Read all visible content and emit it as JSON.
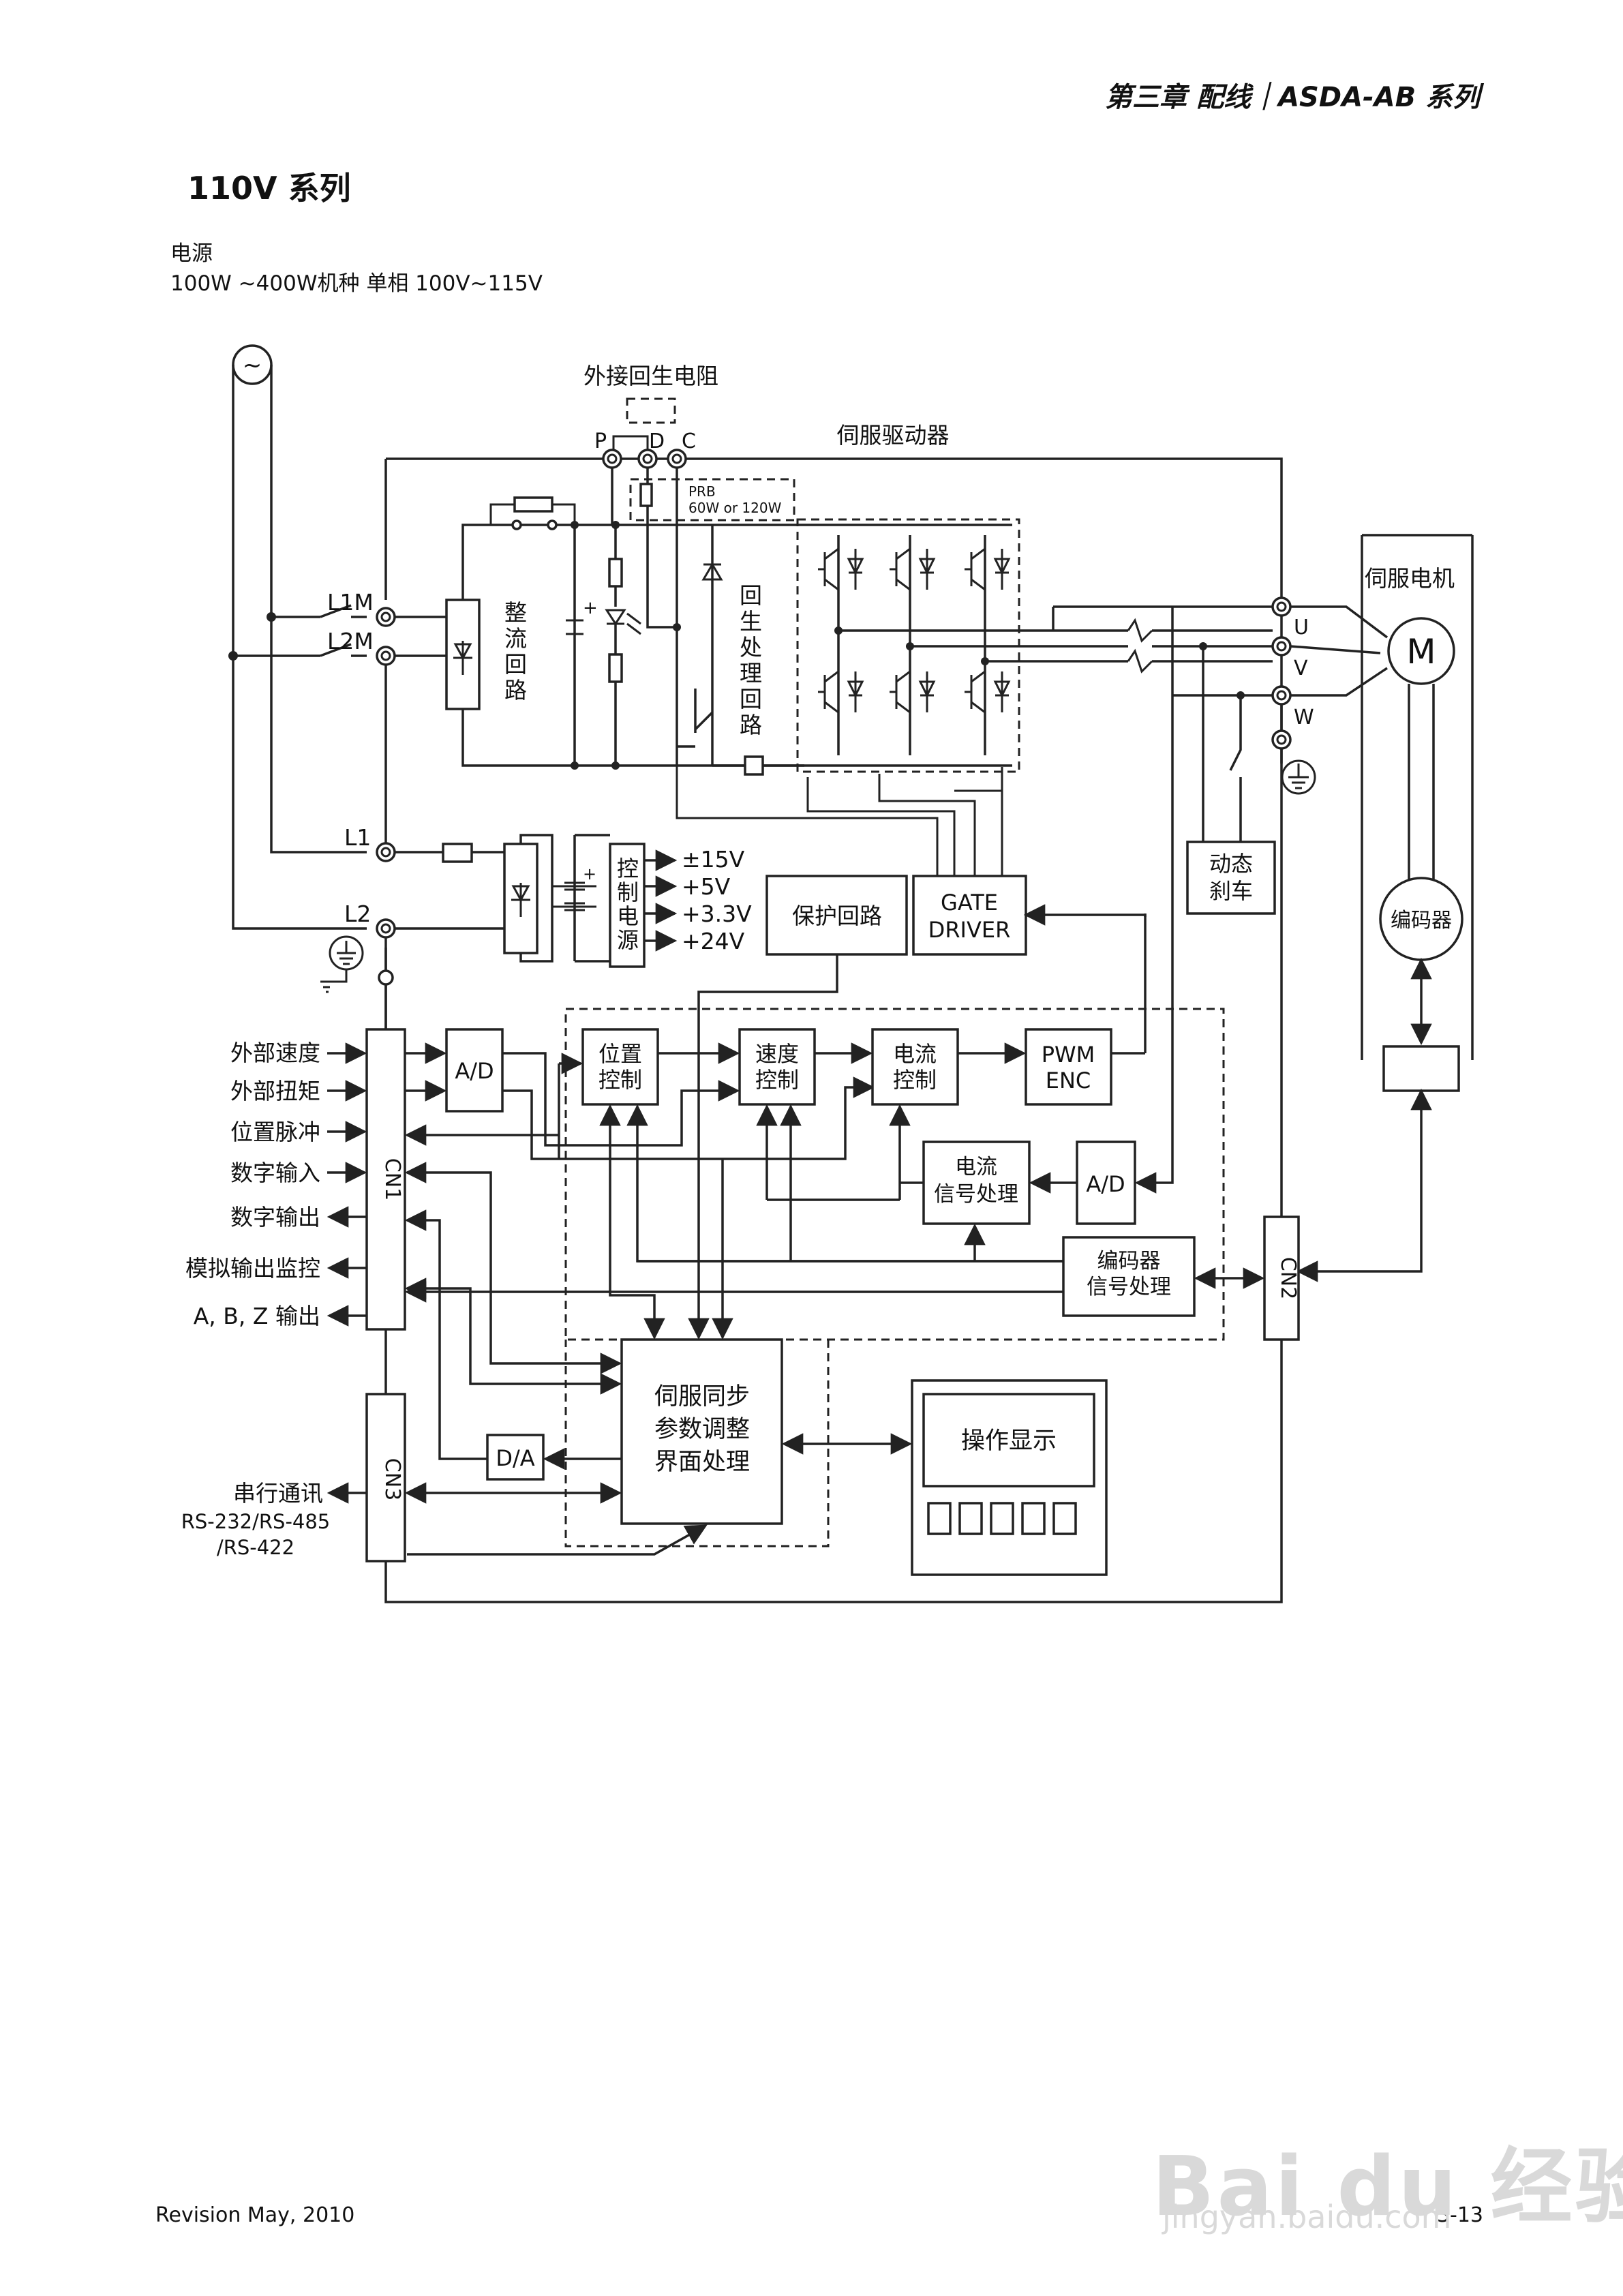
{
  "header": "第三章 配线｜ASDA-AB 系列",
  "series_title": "110V 系列",
  "power_source": {
    "line1": "电源",
    "line2": "100W ~400W机种  单相 100V~115V"
  },
  "footer": {
    "revision": "Revision May, 2010",
    "page": "3-13"
  },
  "watermark": {
    "logo": "Bai du 经验",
    "url": "jingyan.baidu.com"
  },
  "diagram": {
    "ac_source_symbol": "~",
    "ext_regen_resistor": "外接回生电阻",
    "terminals": {
      "p": "P",
      "d": "D",
      "c": "C"
    },
    "servo_drive": "伺服驱动器",
    "prb": {
      "line1": "PRB",
      "line2": "60W or 120W"
    },
    "input_terminals": {
      "l1m": "L1M",
      "l2m": "L2M",
      "l1": "L1",
      "l2": "L2"
    },
    "rectifier": [
      "整",
      "流",
      "回",
      "路"
    ],
    "regen_circuit": [
      "回",
      "生",
      "处",
      "理",
      "回",
      "路"
    ],
    "control_supply": [
      "控",
      "制",
      "电",
      "源"
    ],
    "supply_outputs": [
      "±15V",
      "+5V",
      "+3.3V",
      "+24V"
    ],
    "protection": "保护回路",
    "gate_driver": {
      "line1": "GATE",
      "line2": "DRIVER"
    },
    "outputs": {
      "u": "U",
      "v": "V",
      "w": "W"
    },
    "servo_motor": "伺服电机",
    "motor_symbol": "M",
    "encoder": "编码器",
    "dynamic_brake": {
      "line1": "动态",
      "line2": "刹车"
    },
    "ad": "A/D",
    "ad2": "A/D",
    "da": "D/A",
    "position_ctrl": {
      "line1": "位置",
      "line2": "控制"
    },
    "speed_ctrl": {
      "line1": "速度",
      "line2": "控制"
    },
    "current_ctrl": {
      "line1": "电流",
      "line2": "控制"
    },
    "pwm": {
      "line1": "PWM",
      "line2": "ENC"
    },
    "current_signal": {
      "line1": "电流",
      "line2": "信号处理"
    },
    "encoder_signal": {
      "line1": "编码器",
      "line2": "信号处理"
    },
    "sync_unit": {
      "line1": "伺服同步",
      "line2": "参数调整",
      "line3": "界面处理"
    },
    "display": "操作显示",
    "connectors": {
      "cn1": "CN1",
      "cn2": "CN2",
      "cn3": "CN3"
    },
    "cn1_signals": [
      "外部速度",
      "外部扭矩",
      "位置脉冲",
      "数字输入",
      "数字输出",
      "模拟输出监控",
      "A, B, Z  输出"
    ],
    "serial": {
      "line1": "串行通讯",
      "line2": "RS-232/RS-485",
      "line3": "/RS-422"
    }
  }
}
